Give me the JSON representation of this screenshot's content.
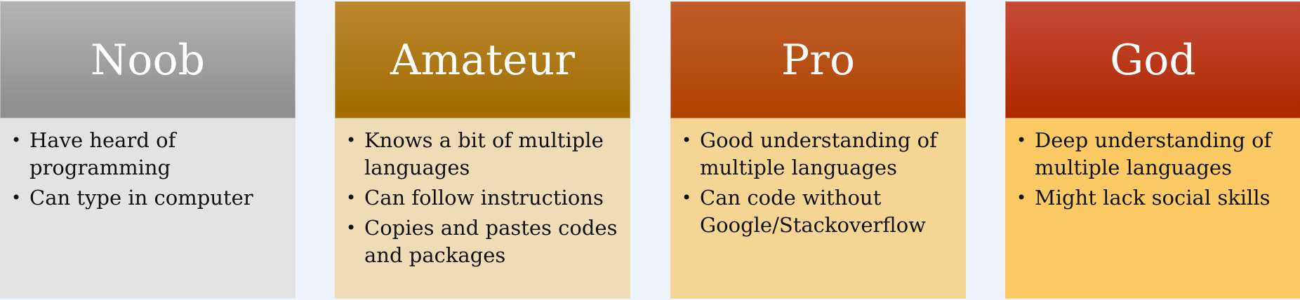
{
  "levels": [
    {
      "title": "Noob",
      "items": [
        "Have heard of programming",
        "Can type in computer"
      ]
    },
    {
      "title": "Amateur",
      "items": [
        "Knows a bit of multiple languages",
        "Can follow instructions",
        "Copies and pastes codes and packages"
      ]
    },
    {
      "title": "Pro",
      "items": [
        "Good understanding of multiple languages",
        "Can code without Google/Stackoverflow"
      ]
    },
    {
      "title": "God",
      "items": [
        "Deep understanding of multiple languages",
        "Might lack social skills"
      ]
    }
  ],
  "colors": {
    "background": "#eef2fa",
    "noob_header": "#9e9e9e",
    "noob_body": "#e3e3e3",
    "amateur_header": "#a96f00",
    "amateur_body": "#eedcb6",
    "pro_header": "#b54c00",
    "pro_body": "#f5d594",
    "god_header": "#b52e00",
    "god_body": "#fbca64"
  }
}
